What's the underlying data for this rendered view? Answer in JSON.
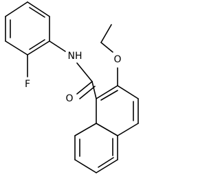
{
  "structure": {
    "type": "chemical-structure",
    "atom_labels": {
      "oxygen_ether": "O",
      "oxygen_carbonyl": "O",
      "nitrogen_amide": "NH",
      "fluorine": "F"
    }
  },
  "colors": {
    "bond": "#000000",
    "label": "#000000",
    "background": "#ffffff"
  }
}
